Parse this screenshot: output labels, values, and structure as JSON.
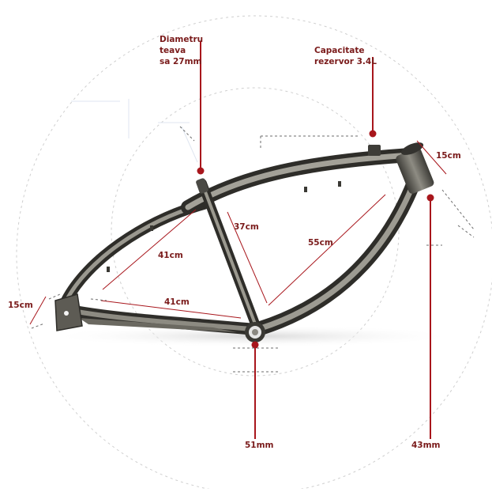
{
  "callouts": {
    "tube_diameter": [
      "Diametru",
      "teava",
      "sa 27mm"
    ],
    "tank_capacity": [
      "Capacitate",
      "rezervor 3.4L"
    ]
  },
  "dimensions": {
    "head_tube": "15cm",
    "seat_tube": "37cm",
    "down_tube": "55cm",
    "seat_stay": "41cm",
    "chain_stay": "41cm",
    "rear_dropout": "15cm",
    "bottom_bracket": "51mm",
    "head_tube_diameter": "43mm"
  },
  "colors": {
    "accent": "#a8161c",
    "frame": "#6e6c63",
    "guide": "#c9c9c9"
  }
}
